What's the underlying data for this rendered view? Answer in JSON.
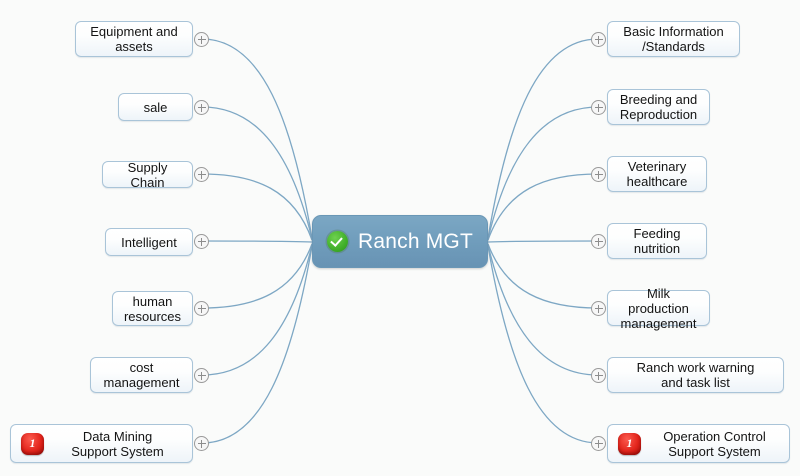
{
  "diagram": {
    "type": "mind-map",
    "background_color": "#fafbfa",
    "edge_color": "#7da7c4",
    "node_border_color": "#a9c4d8",
    "center_color": "#6f9cbb",
    "badge_color": "#e3251c",
    "check_color": "#3fae28"
  },
  "center": {
    "label": "Ranch MGT",
    "icon": "green-check-icon"
  },
  "left_branches": [
    {
      "label": "Equipment and\nassets",
      "toggle": "expand-toggle",
      "badge": null
    },
    {
      "label": "sale",
      "toggle": "expand-toggle",
      "badge": null
    },
    {
      "label": "Supply Chain",
      "toggle": "expand-toggle",
      "badge": null
    },
    {
      "label": "Intelligent",
      "toggle": "expand-toggle",
      "badge": null
    },
    {
      "label": "human\nresources",
      "toggle": "expand-toggle",
      "badge": null
    },
    {
      "label": "cost\nmanagement",
      "toggle": "expand-toggle",
      "badge": null
    },
    {
      "label": "Data Mining\nSupport System",
      "toggle": "expand-toggle",
      "badge": "1"
    }
  ],
  "right_branches": [
    {
      "label": "Basic Information\n/Standards",
      "toggle": "expand-toggle",
      "badge": null
    },
    {
      "label": "Breeding and\nReproduction",
      "toggle": "expand-toggle",
      "badge": null
    },
    {
      "label": "Veterinary\nhealthcare",
      "toggle": "expand-toggle",
      "badge": null
    },
    {
      "label": "Feeding\nnutrition",
      "toggle": "expand-toggle",
      "badge": null
    },
    {
      "label": "Milk production\nmanagement",
      "toggle": "expand-toggle",
      "badge": null
    },
    {
      "label": "Ranch work warning\nand task list",
      "toggle": "expand-toggle",
      "badge": null
    },
    {
      "label": "Operation Control\nSupport System",
      "toggle": "expand-toggle",
      "badge": "1"
    }
  ]
}
